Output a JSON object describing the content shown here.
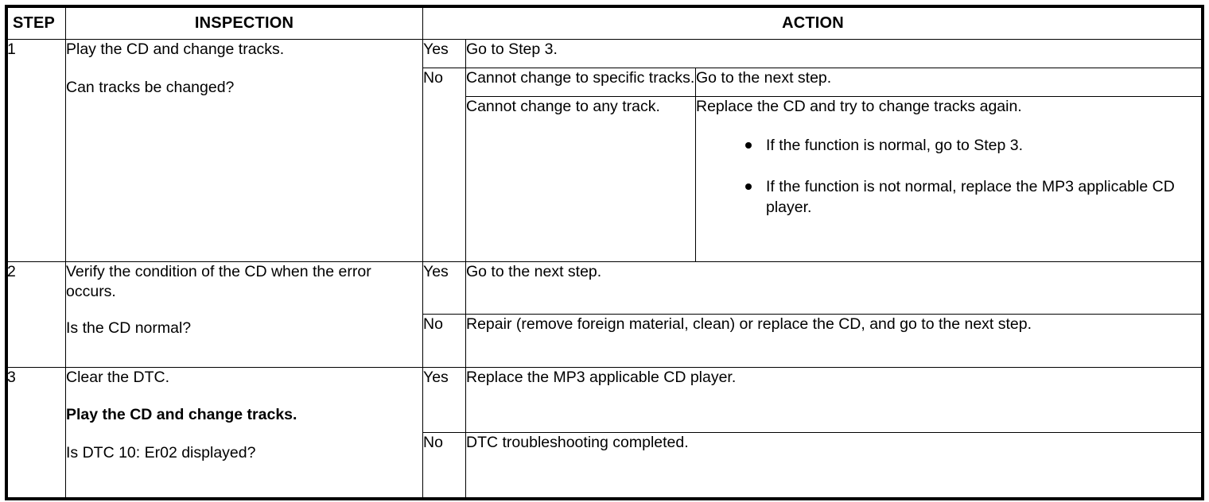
{
  "table": {
    "headers": {
      "step": "STEP",
      "inspection": "INSPECTION",
      "action": "ACTION"
    },
    "answers": {
      "yes": "Yes",
      "no": "No"
    },
    "steps": [
      {
        "number": "1",
        "inspection": {
          "line1": "Play the CD and change tracks.",
          "line2": "Can tracks be changed?"
        },
        "branches": [
          {
            "answer": "Yes",
            "condition": "",
            "action": "Go to Step 3.",
            "bullets": []
          },
          {
            "answer": "No",
            "condition": "Cannot change to specific tracks.",
            "action": "Go to the next step.",
            "bullets": []
          },
          {
            "answer": "",
            "condition": "Cannot change to any track.",
            "action": "Replace the CD and try to change tracks again.",
            "bullets": [
              "If the function is normal, go to Step 3.",
              "If the function is not normal, replace the MP3 applicable CD player."
            ]
          }
        ]
      },
      {
        "number": "2",
        "inspection": {
          "line1": "Verify the condition of the CD when the error occurs.",
          "line2": "Is the CD normal?"
        },
        "branches": [
          {
            "answer": "Yes",
            "condition": "",
            "action": "Go to the next step.",
            "bullets": []
          },
          {
            "answer": "No",
            "condition": "",
            "action": "Repair (remove foreign material, clean) or replace the CD, and go to the next step.",
            "bullets": []
          }
        ]
      },
      {
        "number": "3",
        "inspection": {
          "line1": "Clear the DTC.",
          "line2": "Play the CD and change tracks.",
          "line3": "Is DTC 10: Er02 displayed?"
        },
        "branches": [
          {
            "answer": "Yes",
            "condition": "",
            "action": "Replace the MP3 applicable CD player.",
            "bullets": []
          },
          {
            "answer": "No",
            "condition": "",
            "action": "DTC troubleshooting completed.",
            "bullets": []
          }
        ]
      }
    ]
  },
  "colors": {
    "border": "#000000",
    "text": "#000000",
    "background": "#ffffff"
  }
}
